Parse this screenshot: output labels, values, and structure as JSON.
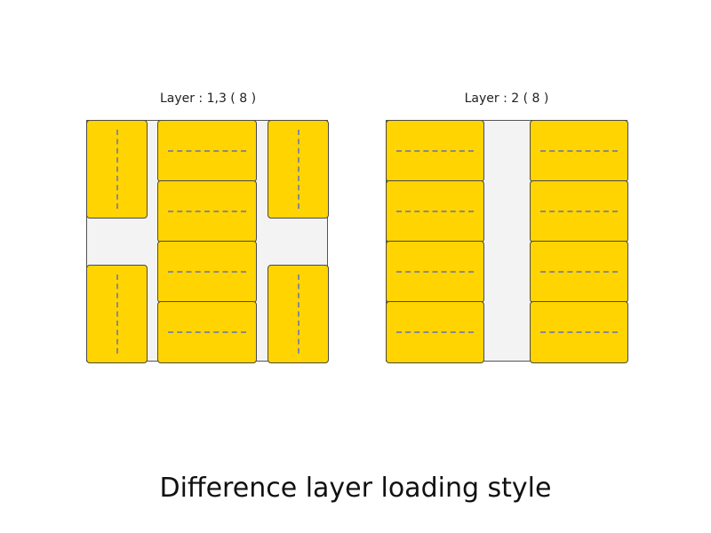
{
  "caption": "Difference layer loading style",
  "layers": [
    {
      "title": "Layer : 1,3 ( 8 )"
    },
    {
      "title": "Layer : 2 ( 8 )"
    }
  ],
  "colors": {
    "box_fill": "#ffd400",
    "box_border": "#4a4a4a",
    "pallet_fill": "#f3f3f3",
    "dash": "#8a8a8a"
  }
}
